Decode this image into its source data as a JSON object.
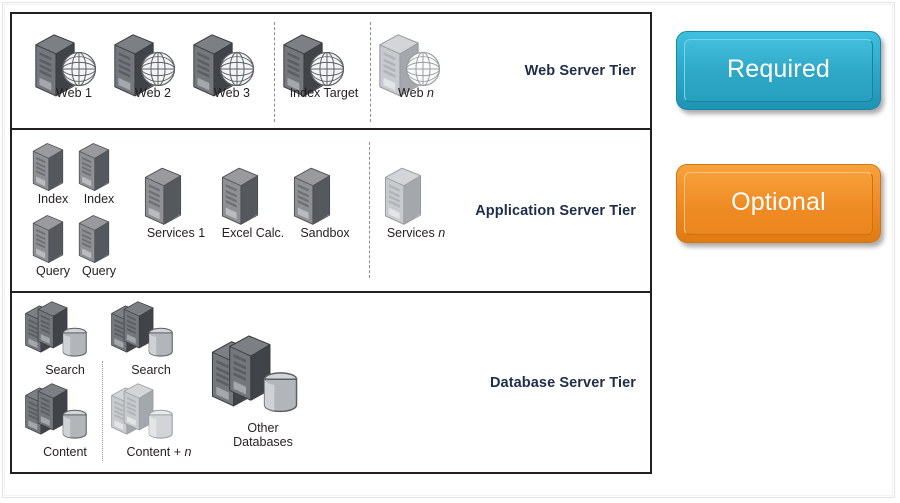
{
  "diagram": {
    "title": "SharePoint server farm topology",
    "tiers": [
      {
        "id": "web",
        "label": "Web Server Tier",
        "nodes": [
          {
            "name": "Web 1",
            "kind": "web-server",
            "state": "required"
          },
          {
            "name": "Web 2",
            "kind": "web-server",
            "state": "required"
          },
          {
            "name": "Web 3",
            "kind": "web-server",
            "state": "required"
          },
          {
            "name": "Index Target",
            "kind": "web-server",
            "state": "required"
          },
          {
            "name": "Web ",
            "suffix": "n",
            "kind": "web-server",
            "state": "optional"
          }
        ]
      },
      {
        "id": "app",
        "label": "Application Server Tier",
        "nodes": [
          {
            "name": "Index",
            "kind": "app-server",
            "state": "required"
          },
          {
            "name": "Index",
            "kind": "app-server",
            "state": "required"
          },
          {
            "name": "Query",
            "kind": "app-server",
            "state": "required"
          },
          {
            "name": "Query",
            "kind": "app-server",
            "state": "required"
          },
          {
            "name": "Services 1",
            "kind": "app-server",
            "state": "required"
          },
          {
            "name": "Excel Calc.",
            "kind": "app-server",
            "state": "required"
          },
          {
            "name": "Sandbox",
            "kind": "app-server",
            "state": "required"
          },
          {
            "name": "Services ",
            "suffix": "n",
            "kind": "app-server",
            "state": "optional"
          }
        ]
      },
      {
        "id": "db",
        "label": "Database Server Tier",
        "nodes": [
          {
            "name": "Search",
            "kind": "db-server",
            "state": "required"
          },
          {
            "name": "Search",
            "kind": "db-server",
            "state": "required"
          },
          {
            "name": "Content",
            "kind": "db-server",
            "state": "required"
          },
          {
            "name": "Content + ",
            "suffix": "n",
            "kind": "db-server",
            "state": "optional"
          },
          {
            "name": "Other\nDatabases",
            "kind": "db-server-large",
            "state": "required"
          }
        ]
      }
    ]
  },
  "legend": {
    "required": {
      "label": "Required",
      "color": "#2ea7c6"
    },
    "optional": {
      "label": "Optional",
      "color": "#ef8b24"
    }
  },
  "labels": {
    "web_1": "Web 1",
    "web_2": "Web 2",
    "web_3": "Web 3",
    "index_target": "Index Target",
    "web_n_prefix": "Web ",
    "web_n_suffix": "n",
    "index_a": "Index",
    "index_b": "Index",
    "query_a": "Query",
    "query_b": "Query",
    "services_1": "Services 1",
    "excel_calc": "Excel Calc.",
    "sandbox": "Sandbox",
    "services_n_prefix": "Services ",
    "services_n_suffix": "n",
    "search_a": "Search",
    "search_b": "Search",
    "content": "Content",
    "content_n_prefix": "Content + ",
    "content_n_suffix": "n",
    "other_db_l1": "Other",
    "other_db_l2": "Databases",
    "tier_web": "Web Server Tier",
    "tier_app": "Application Server Tier",
    "tier_db": "Database Server Tier"
  }
}
